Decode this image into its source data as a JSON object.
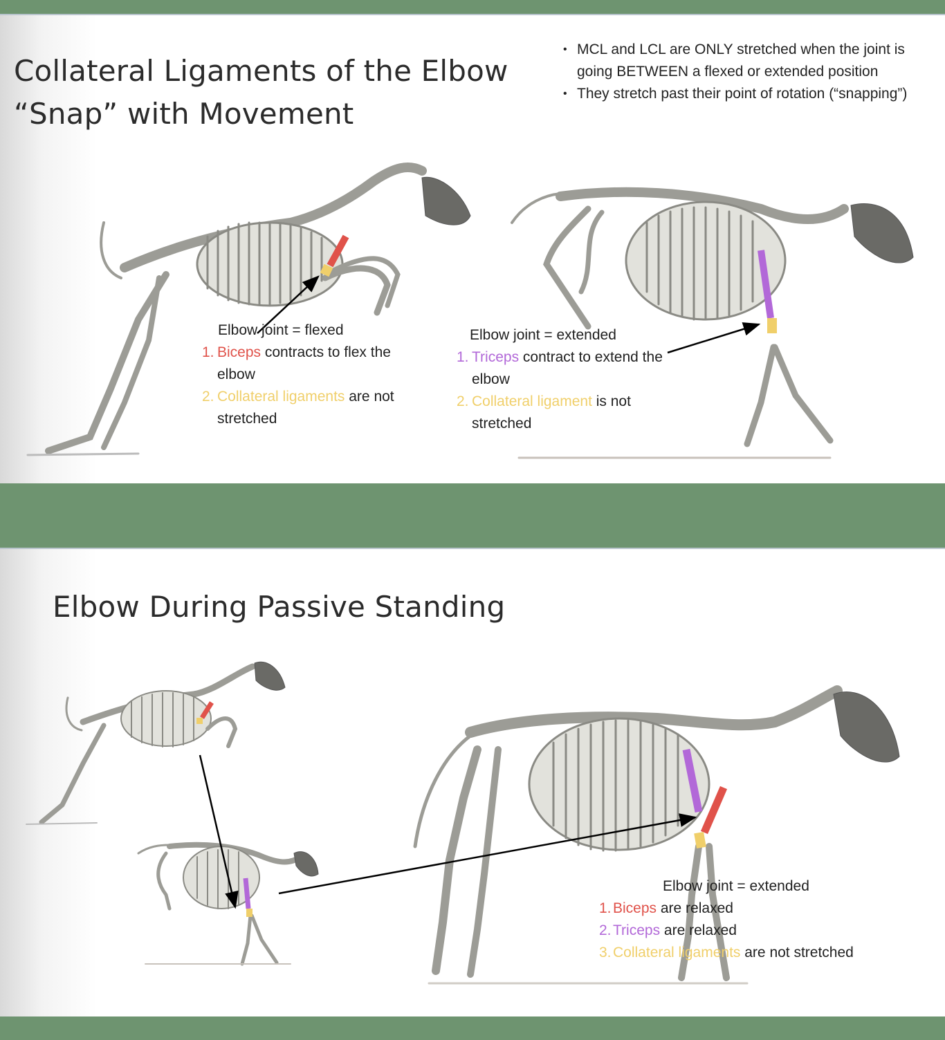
{
  "slide1": {
    "title_line1": "Collateral Ligaments of the Elbow",
    "title_line2": "“Snap” with Movement",
    "bullets": [
      "MCL and LCL are ONLY stretched when the joint is going BETWEEN a flexed or extended position",
      "They stretch past their point of rotation (“snapping”)"
    ],
    "caption_flexed": {
      "heading": "Elbow joint = flexed",
      "item1_num": "1.",
      "item1_colored": "Biceps",
      "item1_rest": " contracts to flex the elbow",
      "item2_num": "2.",
      "item2_colored": "Collateral ligaments",
      "item2_rest": " are not stretched"
    },
    "caption_extended": {
      "heading": "Elbow joint = extended",
      "item1_num": "1.",
      "item1_colored": "Triceps",
      "item1_rest": " contract to extend the elbow",
      "item2_num": "2.",
      "item2_colored": "Collateral ligament",
      "item2_rest": " is not stretched"
    }
  },
  "slide2": {
    "title": "Elbow During Passive Standing",
    "caption_standing": {
      "heading": "Elbow joint = extended",
      "item1_num": "1.",
      "item1_colored": "Biceps",
      "item1_rest": " are relaxed",
      "item2_num": "2.",
      "item2_colored": "Triceps",
      "item2_rest": " are relaxed",
      "item3_num": "3.",
      "item3_colored": "Collateral ligaments",
      "item3_rest": " are not stretched"
    }
  },
  "colors": {
    "band_green": "#6e9470",
    "biceps_red": "#e0524a",
    "triceps_purple": "#b268d8",
    "ligament_yellow": "#f0cf6a",
    "bone_gray": "#9c9c96"
  }
}
